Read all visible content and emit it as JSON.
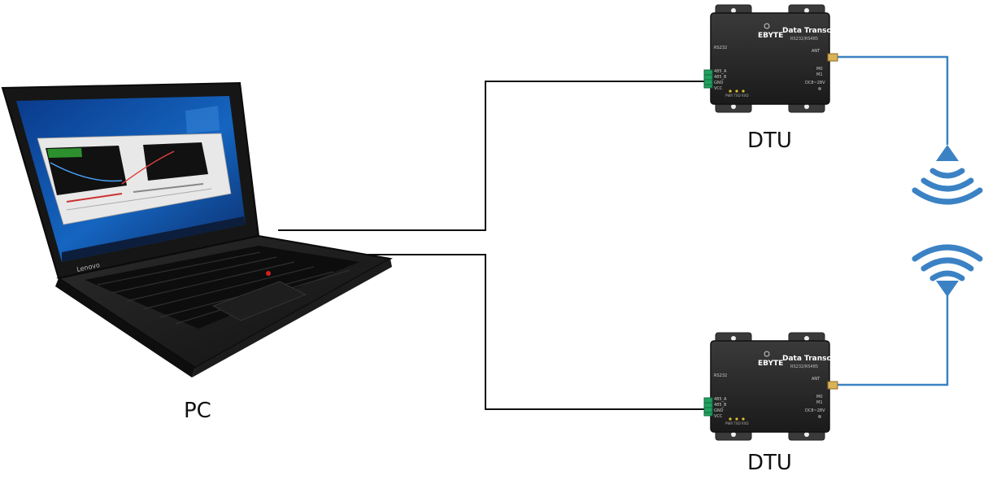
{
  "labels": {
    "pc": "PC",
    "dtu_top": "DTU",
    "dtu_bottom": "DTU"
  },
  "laptop": {
    "brand": "Lenovo"
  },
  "dtu_device": {
    "brand": "EBYTE",
    "title": "Data Transceiver",
    "subtitle": "RS232/RS485",
    "port_rs232": "RS232",
    "pin_485a": "485_A",
    "pin_485b": "485_B",
    "pin_gnd": "GND",
    "pin_vcc": "VCC",
    "ant": "ANT",
    "m0": "M0",
    "m1": "M1",
    "power": "DC8~28V",
    "leds": "PWR  TXD  RXD"
  },
  "colors": {
    "wire": "#111111",
    "antenna_link": "#3b82c4",
    "device_body": "#2a2a2a",
    "terminal": "#22a060"
  },
  "icons": {
    "signal_top": "wifi-transmit-icon",
    "signal_bottom": "wifi-receive-icon"
  }
}
